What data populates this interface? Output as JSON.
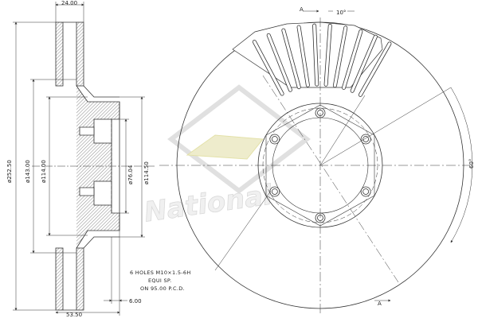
{
  "watermark": {
    "brand": "National"
  },
  "dimensions": {
    "top_width": "24.00",
    "outer_diameter": "ø252.50",
    "hat_diameter": "ø143.00",
    "inner_diameter": "ø114.00",
    "bore_diameter": "ø76.04",
    "hub_diameter": "ø114.50",
    "total_height": "53.50",
    "hat_thickness": "6.00",
    "vane_angle": "10°",
    "hole_angle": "60°"
  },
  "section_marks": {
    "top": "A",
    "bottom": "A"
  },
  "note": {
    "line1": "6 HOLES M10×1.5-6H",
    "line2": "EQUI SP.",
    "line3": "ON 95.00 P.C.D."
  },
  "colors": {
    "line": "#333333",
    "hatch": "#555555",
    "watermark_fill": "#f0f0f0",
    "watermark_accent": "#e8e6a0"
  }
}
